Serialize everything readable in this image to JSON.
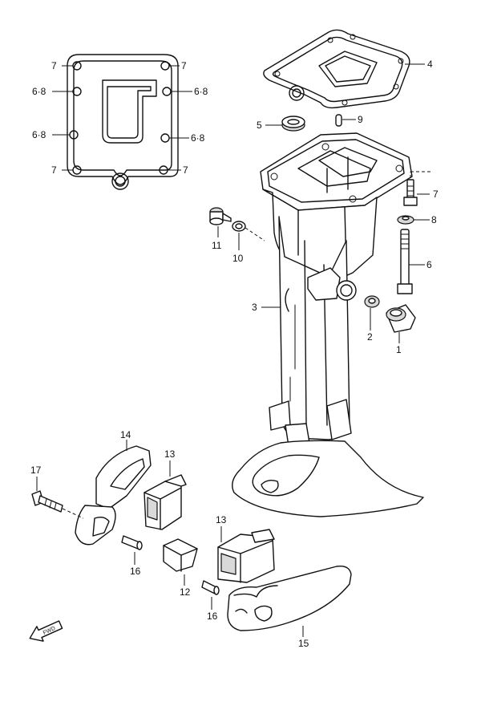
{
  "labels": {
    "l1": "1",
    "l2": "2",
    "l3": "3",
    "l4": "4",
    "l5": "5",
    "l6": "6",
    "l7a": "7",
    "l7b": "7",
    "l7c": "7",
    "l7d": "7",
    "l7e": "7",
    "l8": "8",
    "l68a": "6·8",
    "l68b": "6·8",
    "l68c": "6·8",
    "l68d": "6·8",
    "l9": "9",
    "l10": "10",
    "l11": "11",
    "l12": "12",
    "l13a": "13",
    "l13b": "13",
    "l14": "14",
    "l15": "15",
    "l16a": "16",
    "l16b": "16",
    "l17": "17"
  },
  "fwd": {
    "text": "FWD",
    "icon": "forward-arrow-icon"
  }
}
